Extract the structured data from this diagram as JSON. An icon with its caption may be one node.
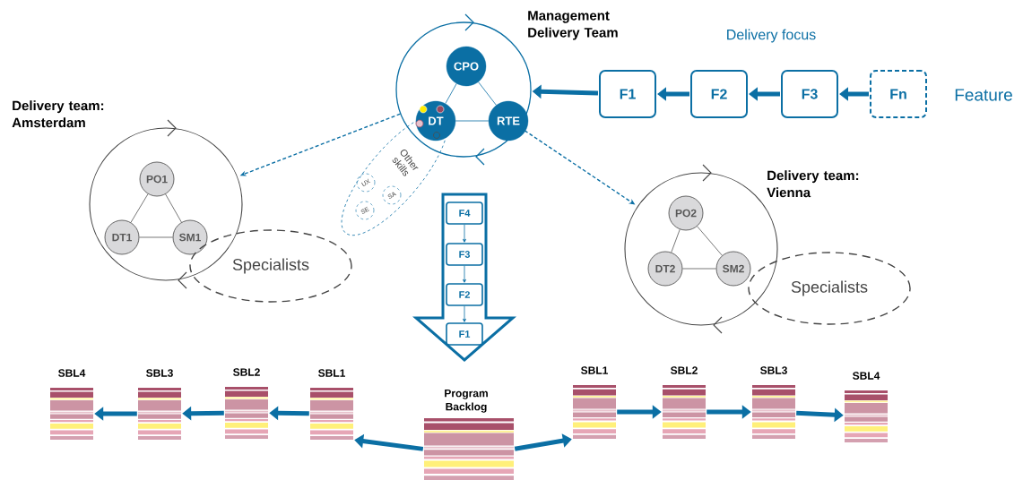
{
  "diagram": {
    "nodes": [
      {
        "text": [
          "Management Delivery Team"
        ]
      },
      {
        "text": [
          "CPO"
        ],
        "in": 0
      },
      {
        "text": [
          "DT"
        ],
        "in": 0
      },
      {
        "text": [
          "RTE"
        ],
        "in": 0
      },
      {
        "text": [
          "Other skills"
        ]
      },
      {
        "text": [
          "UX"
        ],
        "in": 4
      },
      {
        "text": [
          "SE"
        ],
        "in": 4
      },
      {
        "text": [
          "SA"
        ],
        "in": 4
      },
      {
        "text": [
          "F1"
        ]
      },
      {
        "text": [
          "F2"
        ]
      },
      {
        "text": [
          "F3"
        ]
      },
      {
        "text": [
          "Fn"
        ]
      },
      {
        "text": [
          "Delivery team: Amsterdam"
        ]
      },
      {
        "text": [
          "PO1"
        ],
        "in": 12
      },
      {
        "text": [
          "DT1"
        ],
        "in": 12
      },
      {
        "text": [
          "SM1"
        ],
        "in": 12
      },
      {
        "text": [
          "Specialists"
        ]
      },
      {
        "text": [
          "Delivery team: Vienna"
        ]
      },
      {
        "text": [
          "PO2"
        ],
        "in": 17
      },
      {
        "text": [
          "DT2"
        ],
        "in": 17
      },
      {
        "text": [
          "SM2"
        ],
        "in": 17
      },
      {
        "text": [
          "Specialists"
        ]
      },
      {
        "text": [],
        "shape": "arrow"
      },
      {
        "text": [
          "F4"
        ],
        "in": 22
      },
      {
        "text": [
          "F3"
        ],
        "in": 22
      },
      {
        "text": [
          "F2"
        ],
        "in": 22
      },
      {
        "text": [
          "F1"
        ],
        "in": 22
      },
      {
        "text": [
          "SBL4"
        ]
      },
      {
        "text": [
          "SBL3"
        ]
      },
      {
        "text": [
          "SBL2"
        ]
      },
      {
        "text": [
          "SBL1"
        ]
      },
      {
        "text": [
          "Program Backlog"
        ]
      },
      {
        "text": [
          "SBL1"
        ]
      },
      {
        "text": [
          "SBL2"
        ]
      },
      {
        "text": [
          "SBL3"
        ]
      },
      {
        "text": [
          "SBL4"
        ]
      }
    ],
    "edges": [
      {
        "from": 1,
        "to": 2,
        "arrow": "none"
      },
      {
        "from": 1,
        "to": 3,
        "arrow": "none"
      },
      {
        "from": 2,
        "to": 3,
        "arrow": "none"
      },
      {
        "from": 8,
        "to": 0,
        "arrow": "to",
        "style": "thick"
      },
      {
        "from": 9,
        "to": 8,
        "arrow": "to",
        "style": "thick"
      },
      {
        "from": 10,
        "to": 9,
        "arrow": "to",
        "style": "thick"
      },
      {
        "from": 11,
        "to": 10,
        "arrow": "to",
        "style": "thick"
      },
      {
        "from": 0,
        "to": 12,
        "arrow": "to",
        "style": "dashed"
      },
      {
        "from": 0,
        "to": 17,
        "arrow": "to",
        "style": "dashed"
      },
      {
        "from": 13,
        "to": 14,
        "arrow": "none",
        "color": "#555555"
      },
      {
        "from": 13,
        "to": 15,
        "arrow": "none",
        "color": "#555555"
      },
      {
        "from": 14,
        "to": 15,
        "arrow": "none",
        "color": "#555555"
      },
      {
        "from": 18,
        "to": 19,
        "arrow": "none",
        "color": "#555555"
      },
      {
        "from": 18,
        "to": 20,
        "arrow": "none",
        "color": "#555555"
      },
      {
        "from": 19,
        "to": 20,
        "arrow": "none",
        "color": "#555555"
      },
      {
        "from": 23,
        "to": 24,
        "arrow": "to"
      },
      {
        "from": 24,
        "to": 25,
        "arrow": "to"
      },
      {
        "from": 25,
        "to": 26,
        "arrow": "to"
      },
      {
        "from": 31,
        "to": 30,
        "arrow": "to",
        "style": "thick"
      },
      {
        "from": 30,
        "to": 29,
        "arrow": "to",
        "style": "thick"
      },
      {
        "from": 29,
        "to": 28,
        "arrow": "to",
        "style": "thick"
      },
      {
        "from": 28,
        "to": 27,
        "arrow": "to",
        "style": "thick"
      },
      {
        "from": 31,
        "to": 32,
        "arrow": "to",
        "style": "thick"
      },
      {
        "from": 32,
        "to": 33,
        "arrow": "to",
        "style": "thick"
      },
      {
        "from": 33,
        "to": 34,
        "arrow": "to",
        "style": "thick"
      },
      {
        "from": 34,
        "to": 35,
        "arrow": "to",
        "style": "thick"
      }
    ],
    "labels": [
      "Delivery focus",
      "Feature"
    ]
  }
}
